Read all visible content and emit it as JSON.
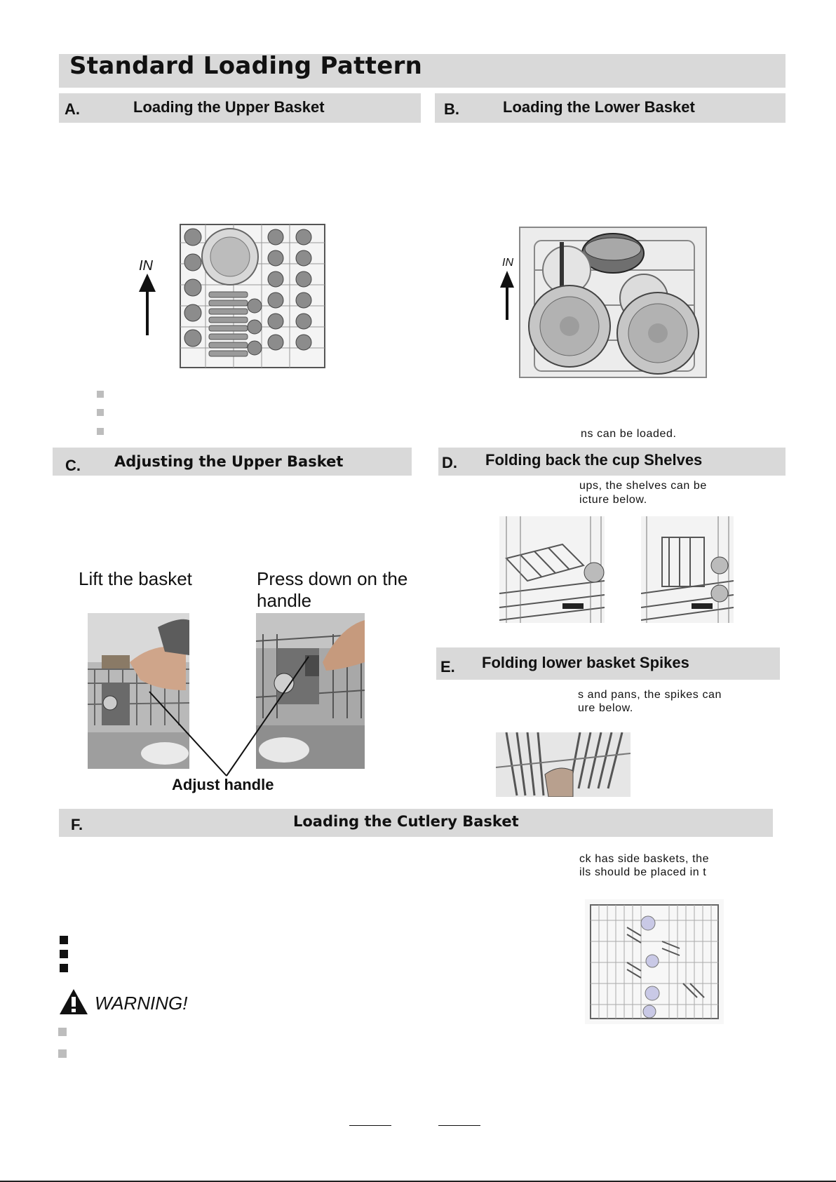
{
  "page": {
    "title": "Standard Loading Pattern"
  },
  "sections": {
    "a": {
      "letter": "A.",
      "title": "Loading the Upper Basket"
    },
    "b": {
      "letter": "B.",
      "title": "Loading the Lower Basket"
    },
    "c": {
      "letter": "C.",
      "title": "Adjusting the Upper Basket"
    },
    "d": {
      "letter": "D.",
      "title": "Folding back the cup Shelves"
    },
    "e": {
      "letter": "E.",
      "title": "Folding lower basket Spikes"
    },
    "f": {
      "letter": "F.",
      "title": "Loading the Cutlery Basket"
    }
  },
  "diagrams": {
    "upper_basket_arrow_label": "IN",
    "lower_basket_arrow_label": "IN"
  },
  "fragments": {
    "lower_basket_text": "ns can be loaded.",
    "cup_shelves_line1": "ups, the shelves can be",
    "cup_shelves_line2": "icture below.",
    "spikes_line1": "s and pans, the spikes can",
    "spikes_line2": "ure below.",
    "cutlery_line1": "ck has side baskets, the",
    "cutlery_line2": "ils should be placed in t"
  },
  "adjust": {
    "lift_caption": "Lift the basket",
    "press_caption_line1": "Press down on the",
    "press_caption_line2": "handle",
    "handle_label": "Adjust handle"
  },
  "warning": {
    "label": "WARNING!"
  }
}
